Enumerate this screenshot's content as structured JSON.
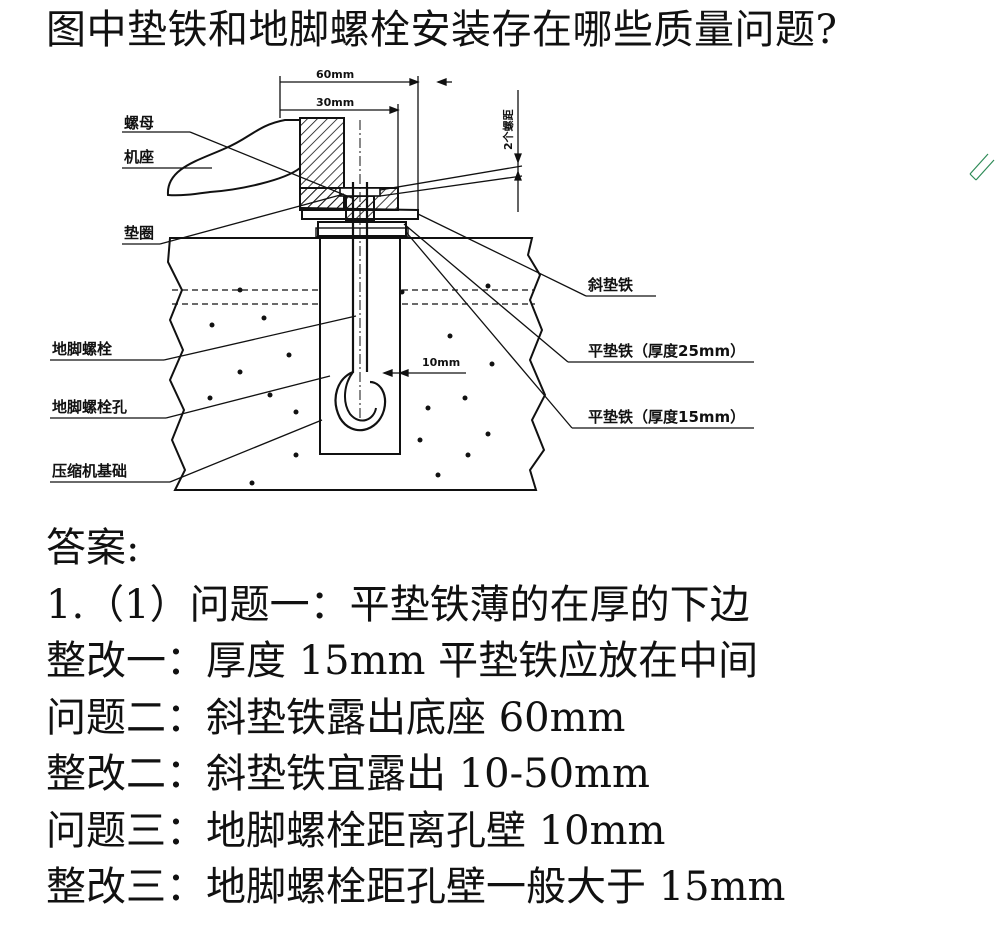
{
  "question": "图中垫铁和地脚螺栓安装存在哪些质量问题?",
  "diagram": {
    "labels": {
      "nut": "螺母",
      "base": "机座",
      "washer": "垫圈",
      "anchor_bolt": "地脚螺栓",
      "anchor_hole": "地脚螺栓孔",
      "foundation": "压缩机基础",
      "taper_shim": "斜垫铁",
      "flat_shim_25": "平垫铁（厚度25mm）",
      "flat_shim_15": "平垫铁（厚度15mm）"
    },
    "dimensions": {
      "d60": "60mm",
      "d30": "30mm",
      "d10": "10mm",
      "pitch": "2个螺距"
    }
  },
  "answers": {
    "heading": "答案:",
    "lines": [
      "1.（1）问题一：平垫铁薄的在厚的下边",
      "整改一：厚度 15mm 平垫铁应放在中间",
      "问题二：斜垫铁露出底座 60mm",
      "整改二：斜垫铁宜露出 10-50mm",
      "问题三：地脚螺栓距离孔壁 10mm",
      "整改三：地脚螺栓距孔壁一般大于 15mm"
    ]
  }
}
